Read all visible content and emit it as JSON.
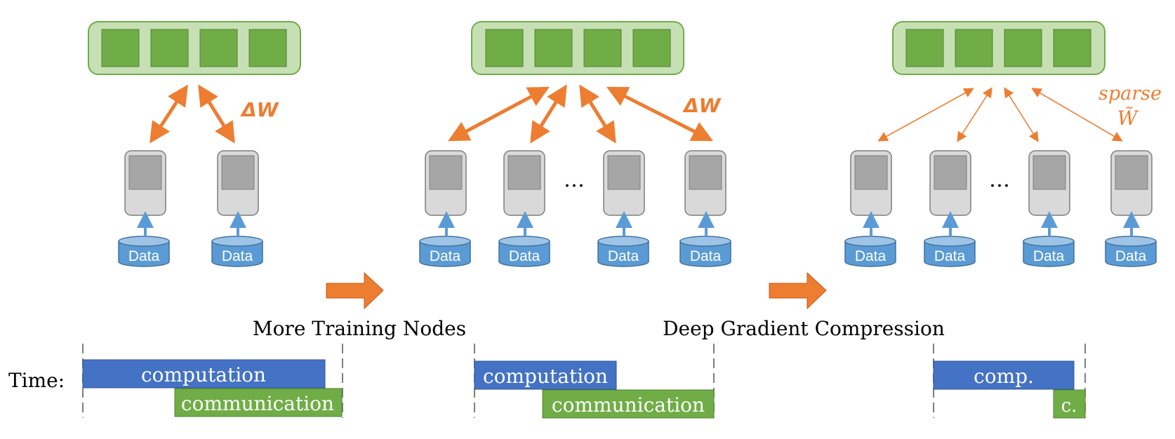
{
  "colors": {
    "param_fill": "#C6E0B4",
    "param_border": "#70AD47",
    "param_cell": "#70AD47",
    "arrow": "#ED7D31",
    "worker_body": "#D9D9D9",
    "worker_screen": "#A6A6A6",
    "data_fill": "#5B9BD5",
    "computation": "#4472C4",
    "communication": "#70AD47"
  },
  "panels": [
    {
      "label_1": "Data",
      "label_2": "Data",
      "delta_label": "ΔW"
    },
    {
      "label_1": "Data",
      "label_2": "Data",
      "label_3": "Data",
      "label_4": "Data",
      "ellipsis": "…",
      "delta_label": "ΔW"
    },
    {
      "label_1": "Data",
      "label_2": "Data",
      "label_3": "Data",
      "label_4": "Data",
      "ellipsis": "…",
      "sparse_label": "sparse",
      "delta_label": "W̃"
    }
  ],
  "transitions": {
    "first": "More Training Nodes",
    "second": "Deep Gradient Compression"
  },
  "timeline": {
    "label": "Time:",
    "bars": {
      "b1_comp": "computation",
      "b1_comm": "communication",
      "b2_comp": "computation",
      "b2_comm": "communication",
      "b3_comp": "comp.",
      "b3_comm": "c."
    }
  }
}
